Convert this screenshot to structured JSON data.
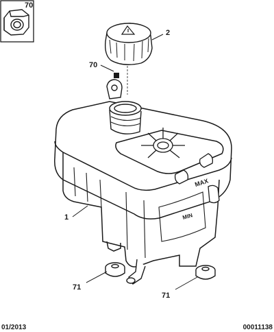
{
  "callouts": {
    "inset_ref": "70",
    "cap": "2",
    "square_ref": "70",
    "tank": "1",
    "mount_left": "71",
    "mount_right": "71"
  },
  "tank_markings": {
    "max_label": "MAX",
    "min_label": "MIN"
  },
  "footer": {
    "date": "01/2013",
    "reference": "00011138"
  }
}
